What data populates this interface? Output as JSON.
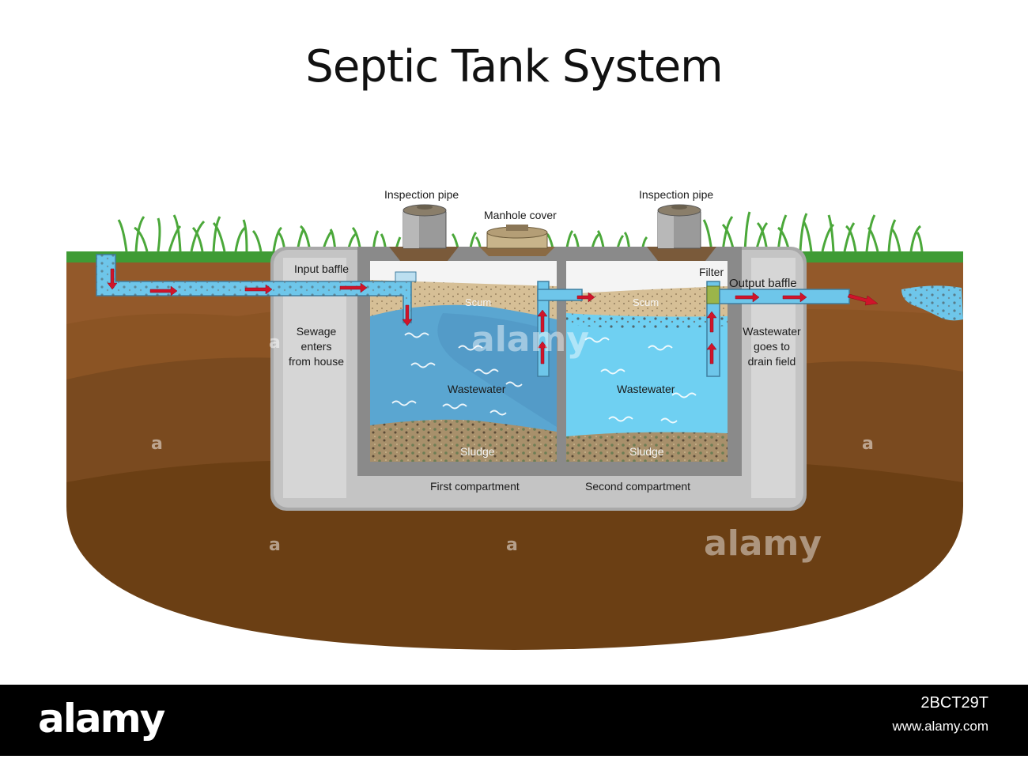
{
  "title": "Septic Tank System",
  "labels": {
    "inspection_pipe_left": "Inspection pipe",
    "inspection_pipe_right": "Inspection pipe",
    "manhole_cover": "Manhole cover",
    "input_baffle": "Input baffle",
    "filter": "Filter",
    "output_baffle": "Output baffle",
    "scum_1": "Scum",
    "scum_2": "Scum",
    "sewage_enters": [
      "Sewage",
      "enters",
      "from house"
    ],
    "wastewater_goes": [
      "Wastewater",
      "goes to",
      "drain field"
    ],
    "wastewater_1": "Wastewater",
    "wastewater_2": "Wastewater",
    "sludge_1": "Sludge",
    "sludge_2": "Sludge",
    "first_compartment": "First compartment",
    "second_compartment": "Second compartment"
  },
  "footer": {
    "brand": "alamy",
    "image_code": "2BCT29T",
    "url": "www.alamy.com"
  },
  "watermark": "alamy",
  "colors": {
    "soil_top": "#8b5424",
    "soil_mid": "#7a4a1f",
    "soil_bottom": "#6b3f14",
    "grass": "#3f9b35",
    "tank_wall": "#c4c4c4",
    "water_1": "#5aa6d1",
    "water_2": "#6fd0f2",
    "scum": "#d8c29a",
    "sludge": "#a8906b",
    "pipe": "#6ec6ea",
    "arrow": "#d0142a"
  }
}
